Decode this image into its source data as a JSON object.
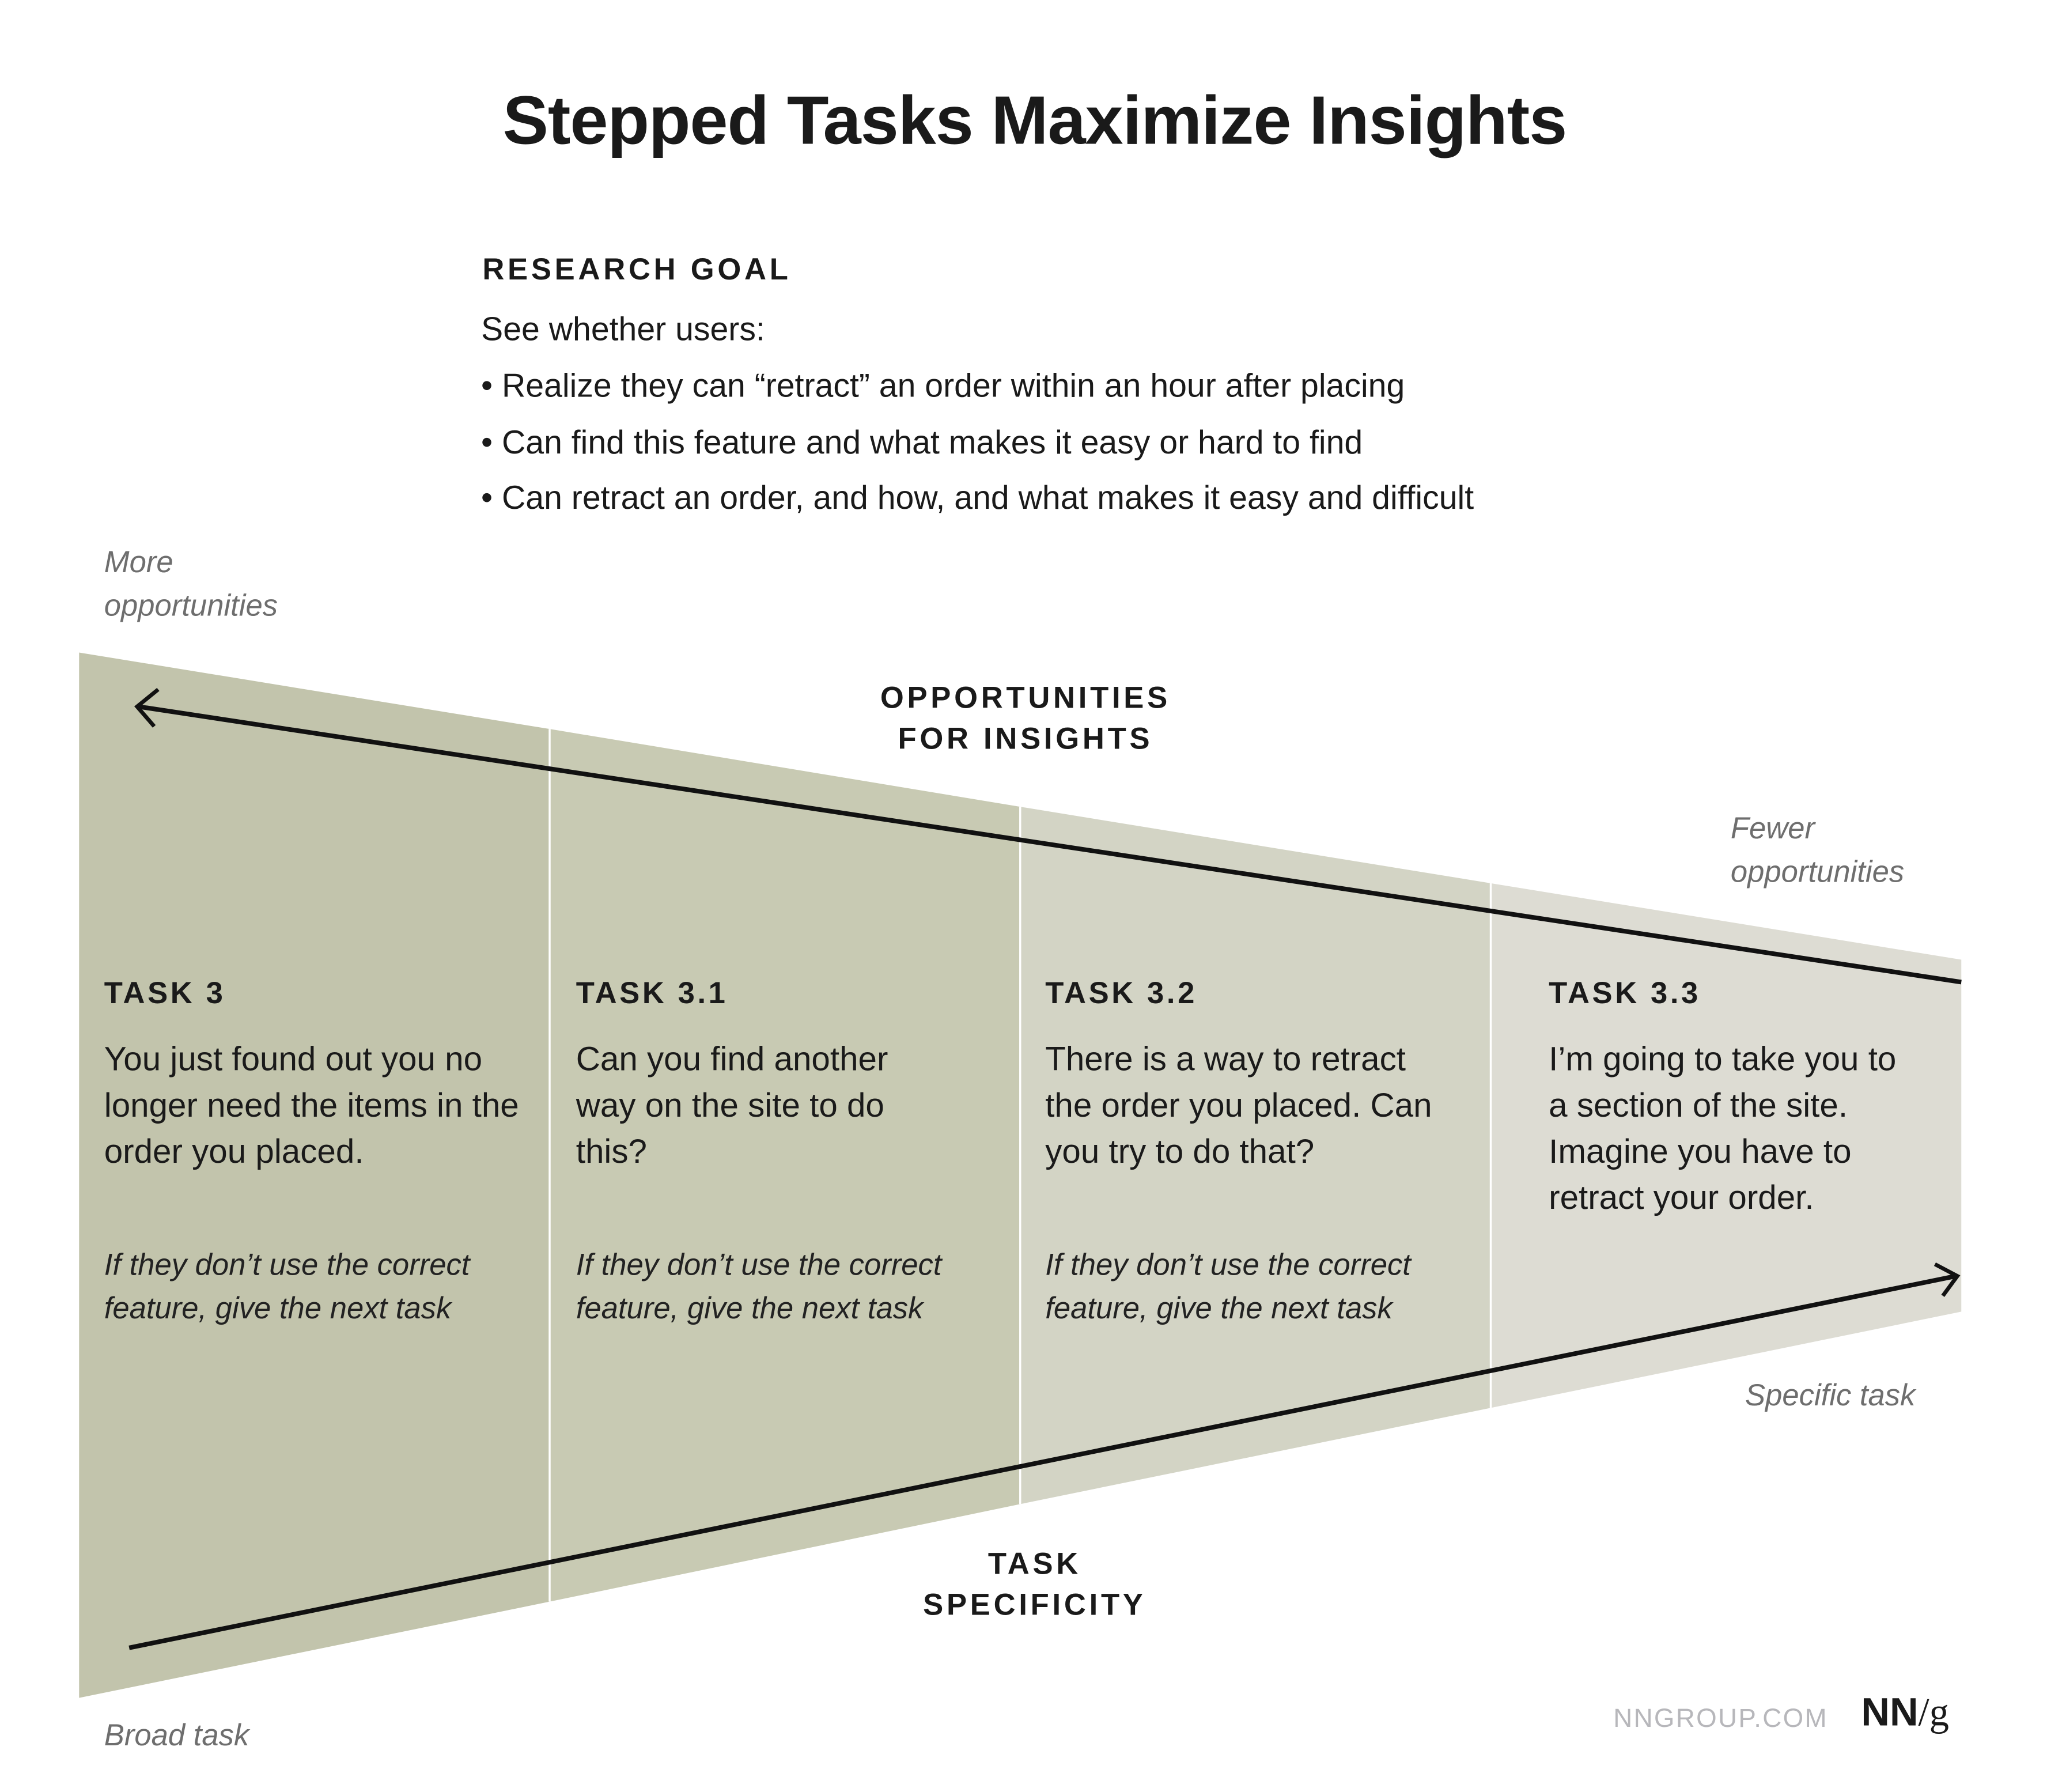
{
  "title": "Stepped Tasks Maximize Insights",
  "research_goal": {
    "heading": "RESEARCH GOAL",
    "intro": "See whether users:",
    "bullets": [
      "• Realize they can “retract” an order within an hour after placing",
      "• Can find this feature and what makes it easy or hard to find",
      "• Can retract an order, and how, and what makes it easy and difficult"
    ]
  },
  "axis": {
    "more_opportunities": [
      "More",
      "opportunities"
    ],
    "fewer_opportunities": [
      "Fewer",
      "opportunities"
    ],
    "opportunities_label": [
      "OPPORTUNITIES",
      "FOR INSIGHTS"
    ],
    "specificity_label": [
      "TASK",
      "SPECIFICITY"
    ],
    "broad_task": "Broad task",
    "specific_task": "Specific task"
  },
  "tasks": [
    {
      "label": "TASK 3",
      "body": "You just found out you no longer need the items in the order you placed.",
      "hint": "If they don’t use the correct feature, give the next task",
      "color": "#c2c4ac"
    },
    {
      "label": "TASK 3.1",
      "body": "Can you find another way on the site to do this?",
      "hint": "If they don’t use the correct feature, give the next task",
      "color": "#c8cab3"
    },
    {
      "label": "TASK 3.2",
      "body": "There is a way to retract the order you placed. Can you try to do that?",
      "hint": "If they don’t use the correct feature, give the next task",
      "color": "#d3d4c5"
    },
    {
      "label": "TASK 3.3",
      "body": "I’m going to take you to a section of the site. Imagine you have to retract your order.",
      "hint": "",
      "color": "#dddcd3"
    }
  ],
  "footer": {
    "site": "NNGROUP.COM",
    "logo_bold": "NN",
    "logo_rest": "/g"
  }
}
